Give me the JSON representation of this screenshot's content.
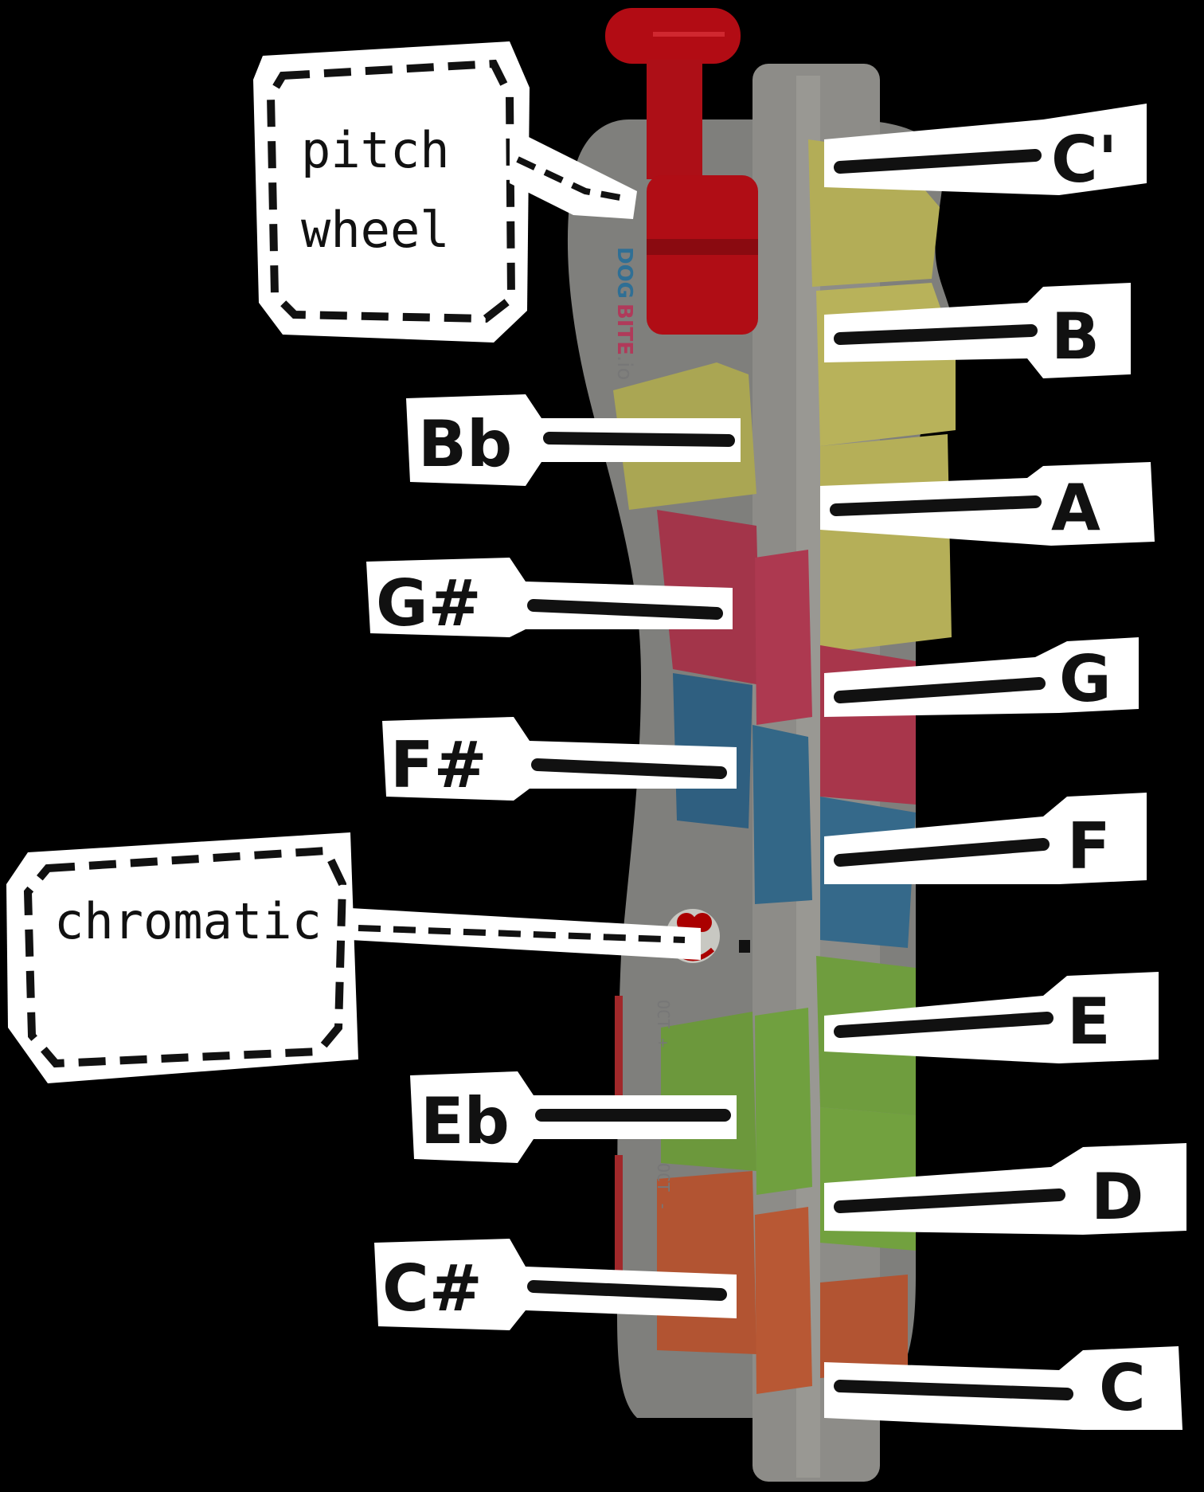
{
  "device": {
    "brand_part1": "DOG",
    "brand_part2": "BITE",
    "brand_suffix": ".io",
    "button_oct_up": "OCT +",
    "button_oct_down": "OCT -"
  },
  "callouts": {
    "pitch_wheel_line1": "pitch",
    "pitch_wheel_line2": "wheel",
    "chromatic": "chromatic"
  },
  "notes_right": [
    {
      "label": "C'"
    },
    {
      "label": "B"
    },
    {
      "label": "A"
    },
    {
      "label": "G"
    },
    {
      "label": "F"
    },
    {
      "label": "E"
    },
    {
      "label": "D"
    },
    {
      "label": "C"
    }
  ],
  "notes_left": [
    {
      "label": "Bb"
    },
    {
      "label": "G#"
    },
    {
      "label": "F#"
    },
    {
      "label": "Eb"
    },
    {
      "label": "C#"
    }
  ],
  "colors": {
    "background": "#000000",
    "device_body": "#7f7f7c",
    "pitch_wheel": "#c01018",
    "yellow_keys": "#d8d058",
    "pink_keys": "#d0344f",
    "blue_keys": "#2d6d98",
    "green_keys": "#79b83e",
    "orange_keys": "#d8562a",
    "label_bg": "#ffffff",
    "ink": "#111111"
  }
}
